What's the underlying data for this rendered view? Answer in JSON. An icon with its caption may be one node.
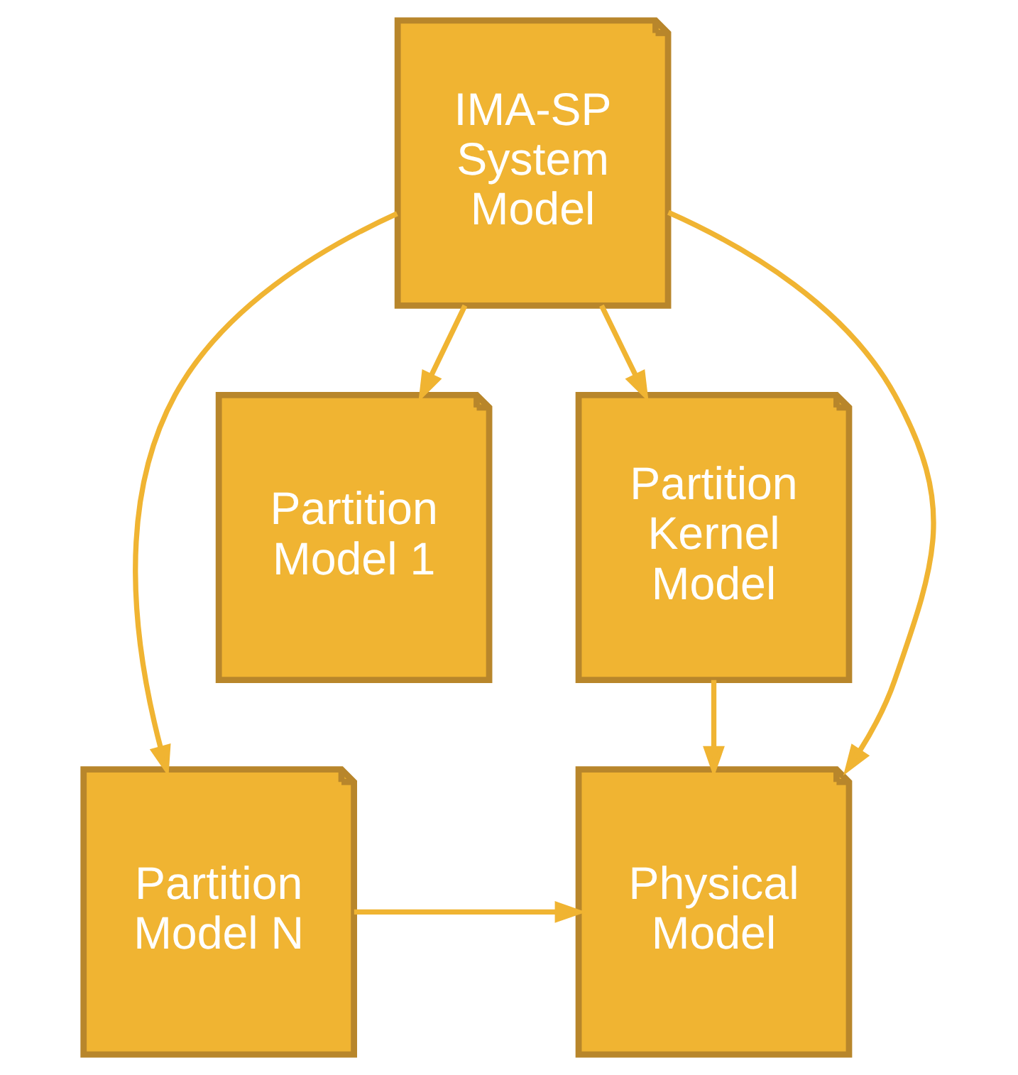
{
  "diagram": {
    "nodes": [
      {
        "text": [
          "IMA-SP System Model"
        ]
      },
      {
        "text": [
          "Partition Kernel Model"
        ]
      },
      {
        "text": [
          "Partition Model 1"
        ]
      },
      {
        "text": [
          "Partition Model N"
        ]
      },
      {
        "text": [
          "Physical Model"
        ]
      }
    ],
    "edges": [
      {
        "from": 0,
        "to": 1,
        "arrow": "to"
      },
      {
        "from": 0,
        "to": 2,
        "arrow": "to"
      },
      {
        "from": 0,
        "to": 3,
        "arrow": "to"
      },
      {
        "from": 0,
        "to": 4,
        "arrow": "to"
      },
      {
        "from": 1,
        "to": 4,
        "arrow": "to"
      },
      {
        "from": 3,
        "to": 4,
        "arrow": "to"
      }
    ]
  }
}
